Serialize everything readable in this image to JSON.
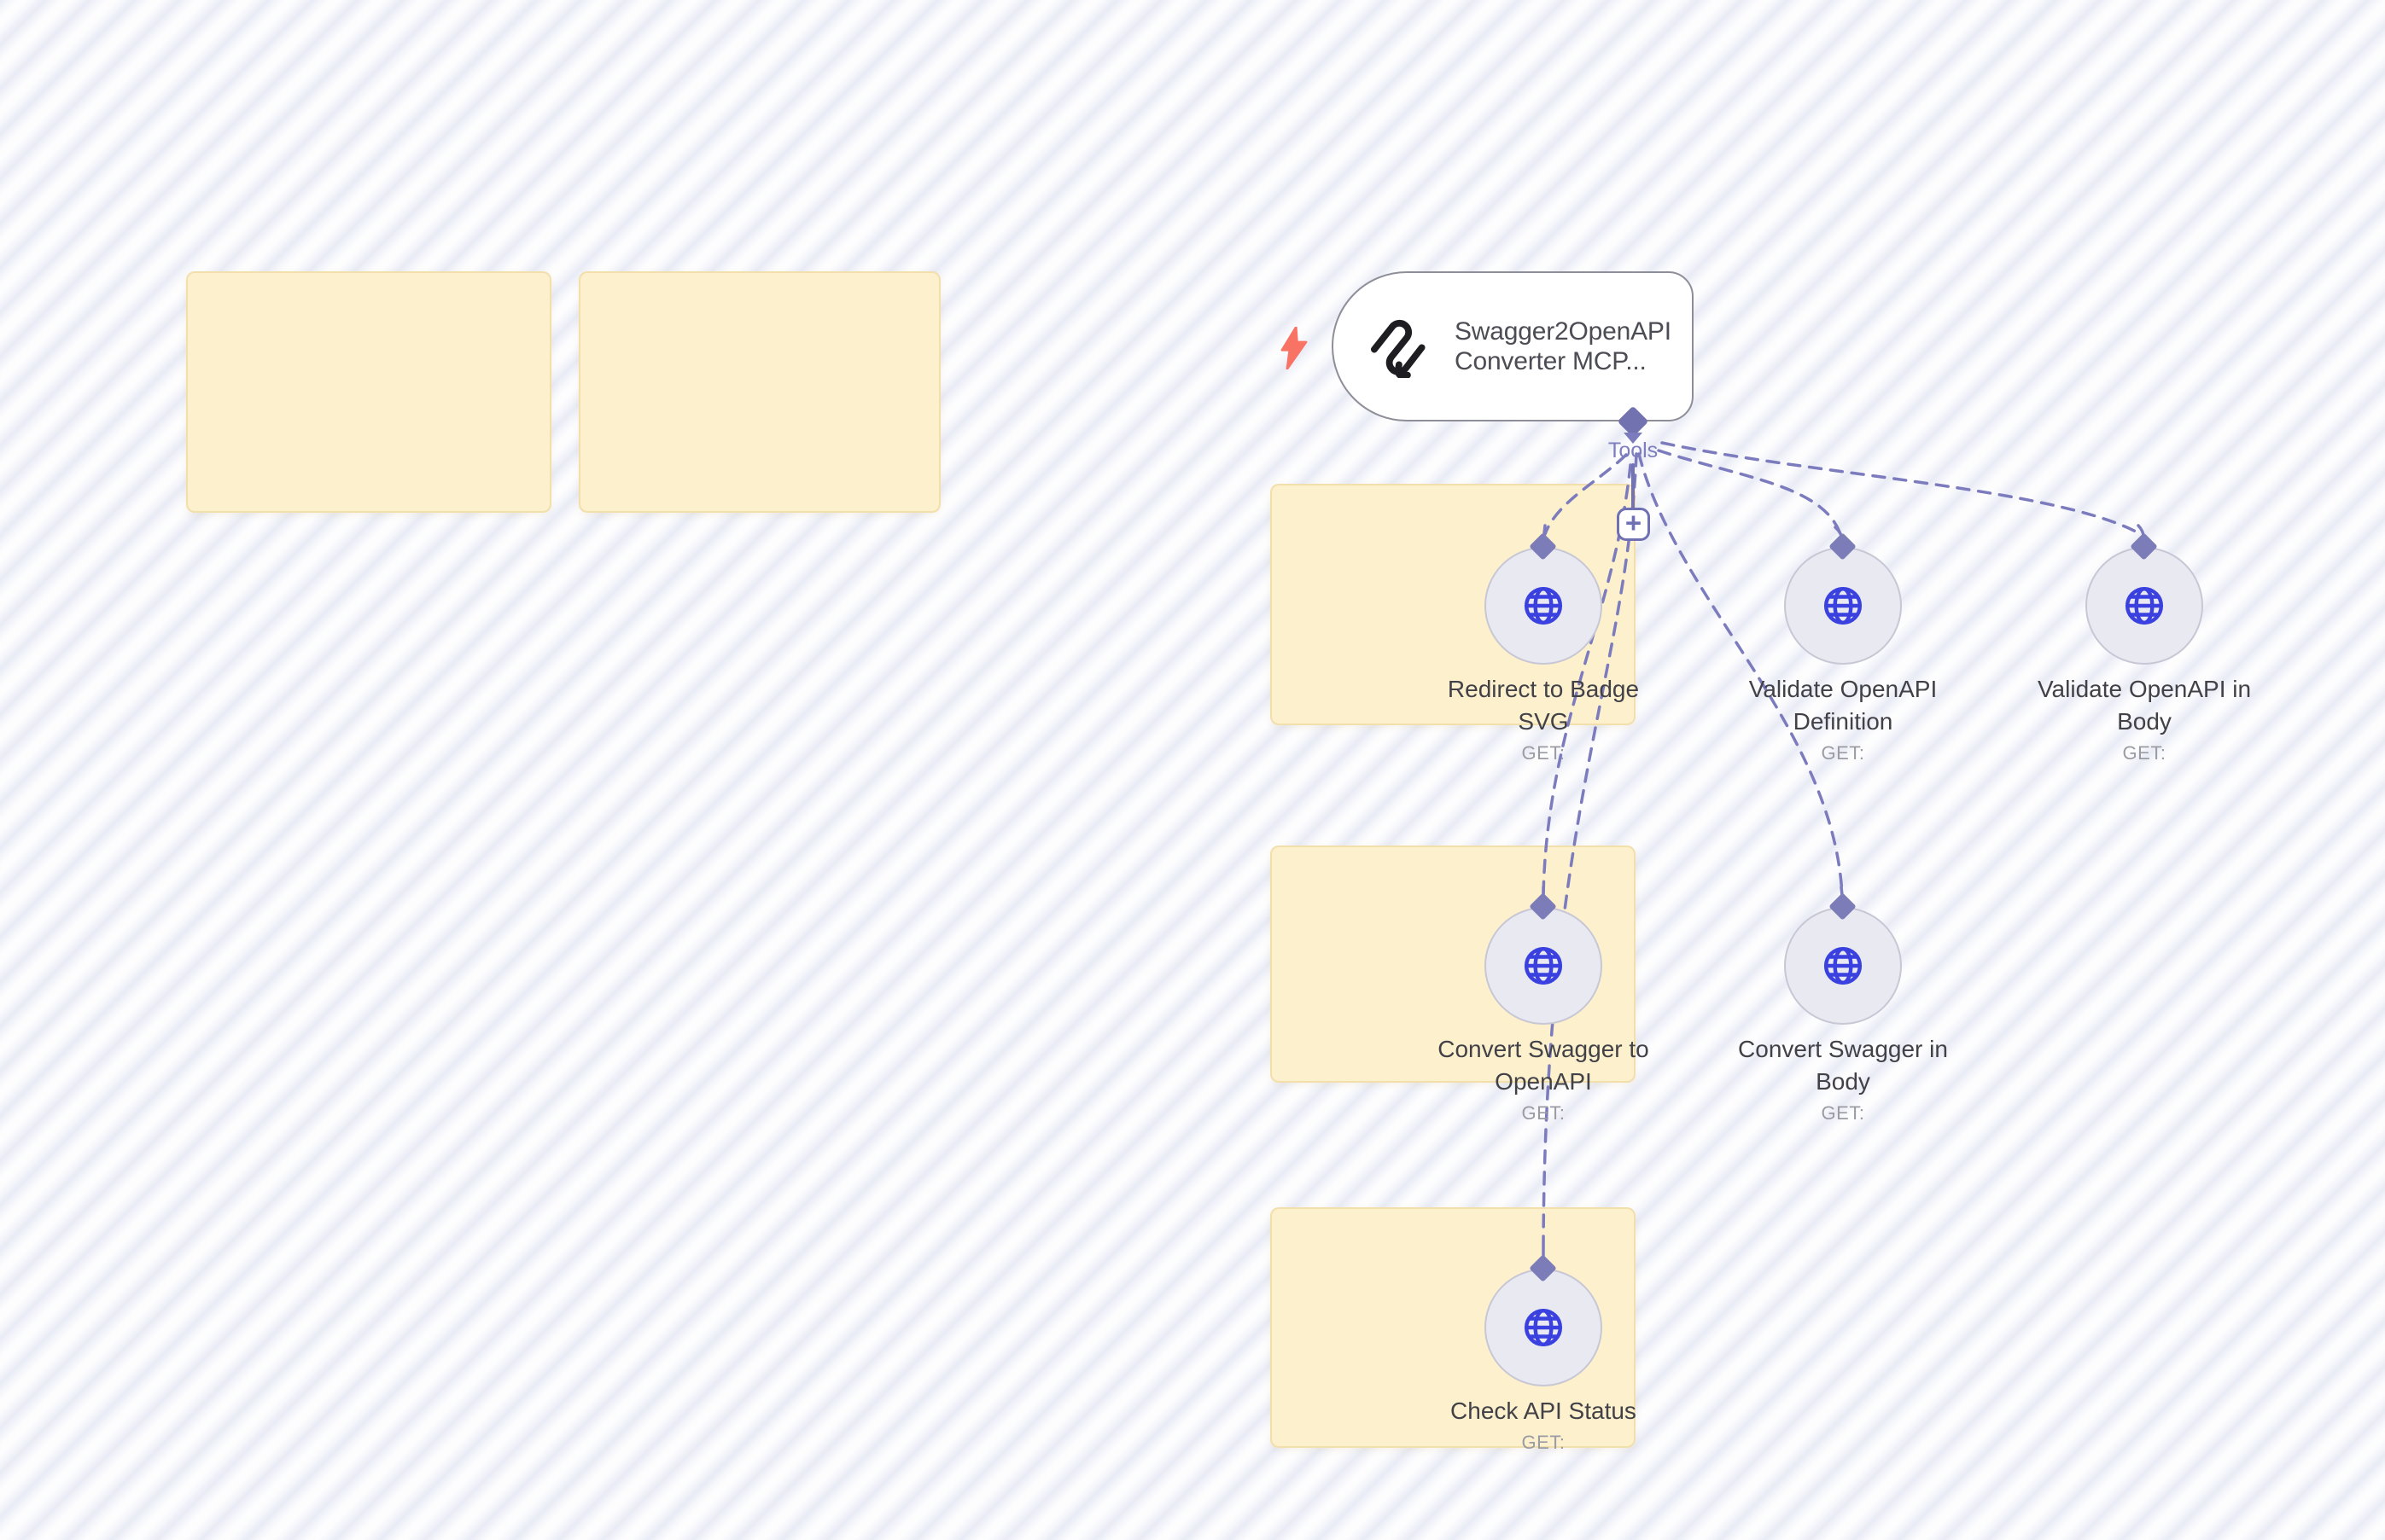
{
  "canvas": {
    "type": "workflow-editor-canvas"
  },
  "trigger_node": {
    "title": "Swagger2OpenAPI Converter MCP...",
    "trigger_icon": "lightning-bolt-icon",
    "node_icon": "mcp-squiggle-icon"
  },
  "tools_port": {
    "label": "Tools",
    "add_button_label": "+"
  },
  "tool_nodes": [
    {
      "label": "Redirect to Badge SVG",
      "method": "GET:",
      "icon": "globe-icon"
    },
    {
      "label": "Validate OpenAPI Definition",
      "method": "GET:",
      "icon": "globe-icon"
    },
    {
      "label": "Validate OpenAPI in Body",
      "method": "GET:",
      "icon": "globe-icon"
    },
    {
      "label": "Convert Swagger to OpenAPI",
      "method": "GET:",
      "icon": "globe-icon"
    },
    {
      "label": "Convert Swagger in Body",
      "method": "GET:",
      "icon": "globe-icon"
    },
    {
      "label": "Check API Status",
      "method": "GET:",
      "icon": "globe-icon"
    }
  ],
  "sticky_notes": [
    {
      "content": ""
    },
    {
      "content": ""
    },
    {
      "content": ""
    },
    {
      "content": ""
    },
    {
      "content": ""
    }
  ],
  "colors": {
    "canvas_stripe": "#e9ebf5",
    "canvas_bg": "#fdfdfe",
    "sticky_fill": "#fcf0cd",
    "node_border": "#8e8e98",
    "connector_purple": "#7b7bbd",
    "globe_blue": "#3a41de",
    "trigger_bolt": "#f97365",
    "label_text": "#414147",
    "method_text": "#9b9ba3"
  }
}
